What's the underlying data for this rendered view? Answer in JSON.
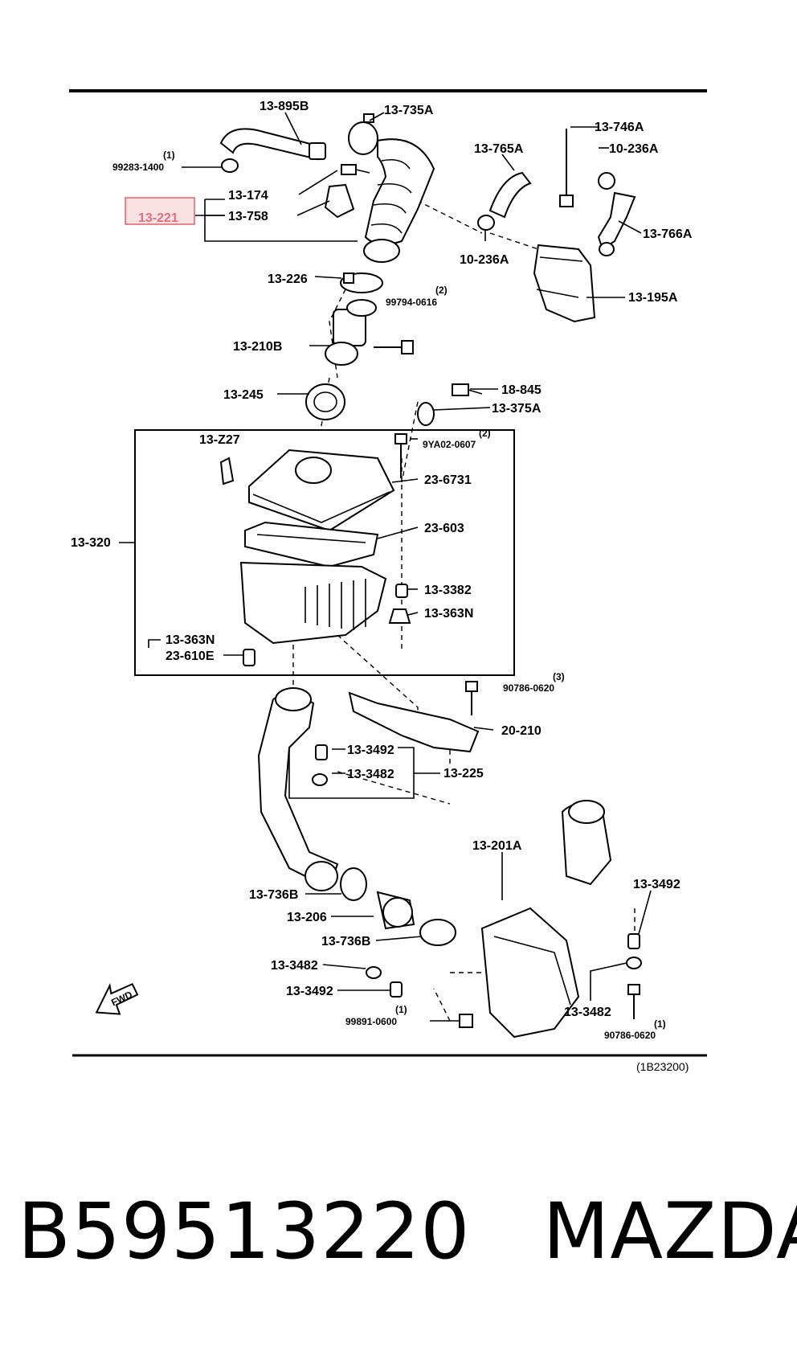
{
  "diagram": {
    "ref_code": "(1B23200)",
    "fwd_label": "FWD",
    "highlighted_part": "13-221",
    "labels": {
      "p13_895B": "13-895B",
      "p13_735A": "13-735A",
      "p99283_qty": "(1)",
      "p99283": "99283-1400",
      "p13_746A": "13-746A",
      "p13_765A": "13-765A",
      "p10_236A_top": "10-236A",
      "p13_174": "13-174",
      "p13_221": "13-221",
      "p13_758": "13-758",
      "p13_766A": "13-766A",
      "p10_236A_bot": "10-236A",
      "p13_226": "13-226",
      "p99794_qty": "(2)",
      "p99794": "99794-0616",
      "p13_195A": "13-195A",
      "p13_210B": "13-210B",
      "p13_245": "13-245",
      "p18_845": "18-845",
      "p13_375A": "13-375A",
      "p9YA02_qty": "(2)",
      "p9YA02": "9YA02-0607",
      "p13_Z27": "13-Z27",
      "p23_6731": "23-6731",
      "p13_320": "13-320",
      "p23_603": "23-603",
      "p13_3382": "13-3382",
      "p13_363N_r": "13-363N",
      "p13_363N_l": "13-363N",
      "p23_610E": "23-610E",
      "p90786_qty_top": "(3)",
      "p90786_top": "90786-0620",
      "p20_210": "20-210",
      "p13_3492_a": "13-3492",
      "p13_3482_a": "13-3482",
      "p13_225": "13-225",
      "p13_201A": "13-201A",
      "p13_3492_b": "13-3492",
      "p13_736B_a": "13-736B",
      "p13_206": "13-206",
      "p13_736B_b": "13-736B",
      "p13_3482_b": "13-3482",
      "p13_3492_c": "13-3492",
      "p13_3482_c": "13-3482",
      "p99891_qty": "(1)",
      "p99891": "99891-0600",
      "p90786_qty_bot": "(1)",
      "p90786_bot": "90786-0620"
    }
  },
  "caption": {
    "part_number": "B59513220",
    "brand": "MAZDA"
  }
}
